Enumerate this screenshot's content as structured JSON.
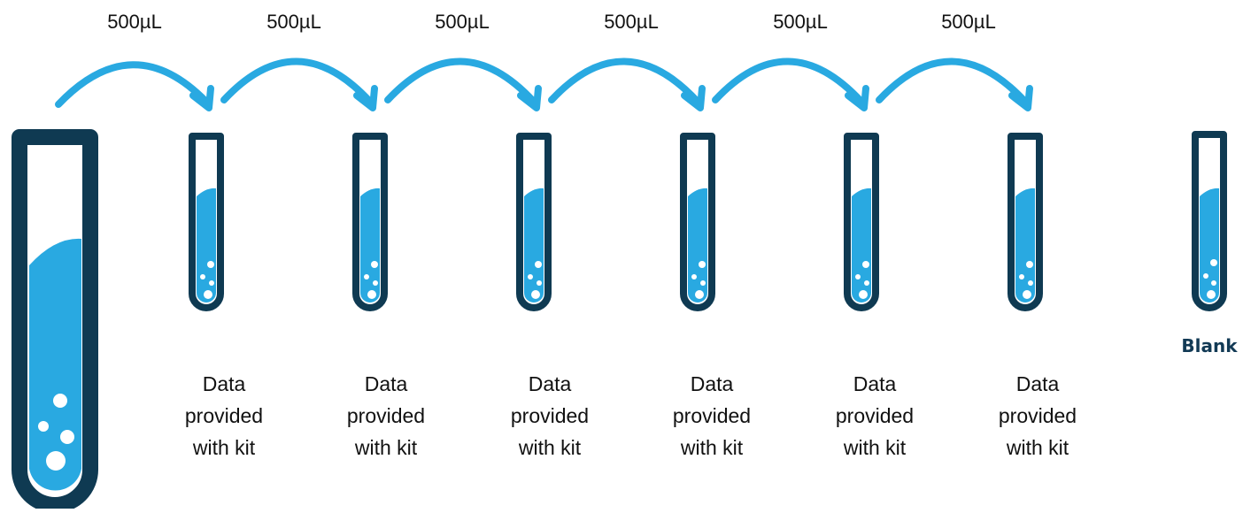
{
  "diagram": {
    "transfers": [
      {
        "volume": "500µL"
      },
      {
        "volume": "500µL"
      },
      {
        "volume": "500µL"
      },
      {
        "volume": "500µL"
      },
      {
        "volume": "500µL"
      },
      {
        "volume": "500µL"
      }
    ],
    "dilution_tubes": [
      {
        "caption": "Data\nprovided\nwith kit"
      },
      {
        "caption": "Data\nprovided\nwith kit"
      },
      {
        "caption": "Data\nprovided\nwith kit"
      },
      {
        "caption": "Data\nprovided\nwith kit"
      },
      {
        "caption": "Data\nprovided\nwith kit"
      },
      {
        "caption": "Data\nprovided\nwith kit"
      }
    ],
    "blank_label": "Blank",
    "colors": {
      "outline": "#0f3a52",
      "liquid": "#29a9e1",
      "arrow": "#29a9e1",
      "bubble": "#ffffff"
    },
    "icons": [
      "test-tube-icon",
      "curved-arrow-icon"
    ]
  }
}
